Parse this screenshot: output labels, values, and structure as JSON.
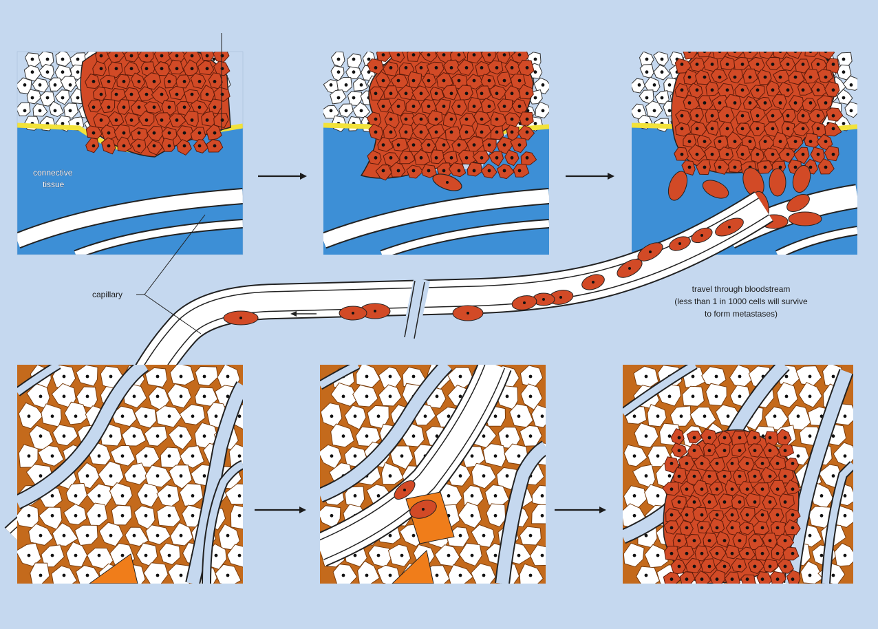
{
  "labels": {
    "connective_tissue_line1": "connective",
    "connective_tissue_line2": "tissue",
    "capillary": "capillary",
    "travel_line1": "travel through bloodstream",
    "travel_line2": "(less than 1 in 1000 cells will survive",
    "travel_line3": "to form metastases)"
  },
  "panels": {
    "top": [
      "primary-tumor",
      "invasion",
      "intravasation"
    ],
    "bottom": [
      "arrest-in-capillary",
      "extravasation",
      "metastatic-growth"
    ]
  },
  "colors": {
    "background": "#c5d8ef",
    "connective_tissue": "#3d8fd6",
    "tumor_cell": "#d24a26",
    "normal_cell": "#ffffff",
    "basal_lamina": "#f2e23a",
    "tissue_matrix": "#c46a1c",
    "outline": "#222222"
  }
}
